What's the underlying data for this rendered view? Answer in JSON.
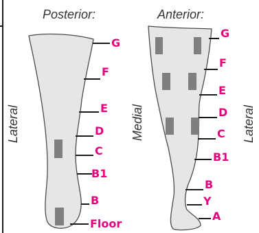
{
  "colors": {
    "label": "#e6007e",
    "outline": "#4a4a4a",
    "leg_fill": "#e6e6e6",
    "pad": "#7f7f7f",
    "text": "#333333"
  },
  "posterior": {
    "title": "Posterior:",
    "side_label": "Lateral",
    "markers": [
      "G",
      "F",
      "E",
      "D",
      "C",
      "B1",
      "B",
      "Floor"
    ]
  },
  "anterior": {
    "title": "Anterior:",
    "left_side_label": "Medial",
    "right_side_label": "Lateral",
    "markers": [
      "G",
      "F",
      "E",
      "D",
      "C",
      "B1",
      "B",
      "Y",
      "A"
    ]
  }
}
